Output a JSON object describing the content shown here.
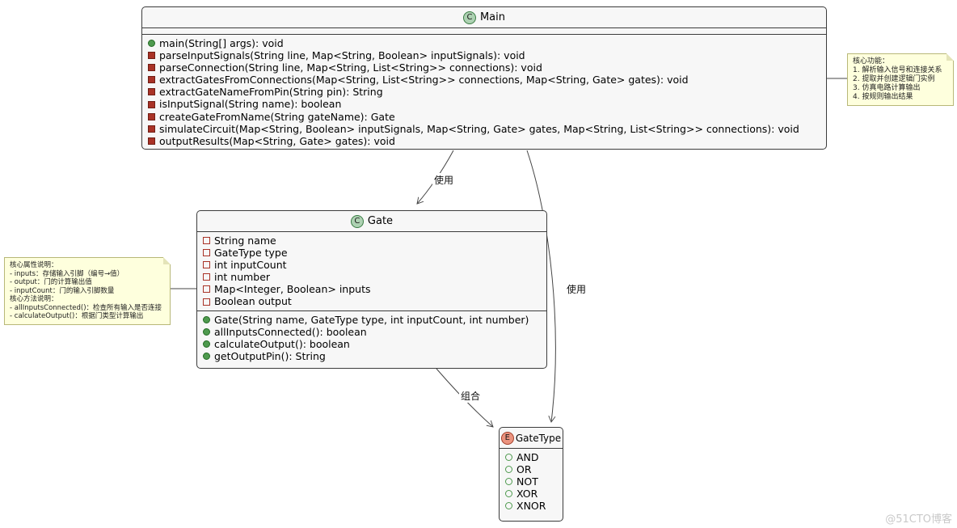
{
  "colors": {
    "class_bg": "#F7F7F7",
    "class_border": "#3C3C3C",
    "class_spot_bg": "#ADD1B2",
    "enum_spot_bg": "#EB937F",
    "note_bg": "#FEFFDD",
    "note_border": "#B8B878",
    "public_green": "#4E9A4E",
    "private_red": "#A93226",
    "edge_color": "#454545",
    "watermark_color": "#C9C9C9"
  },
  "classes": {
    "main": {
      "name": "Main",
      "spot": "C",
      "methods": [
        {
          "vis": "public-method",
          "text": "main(String[] args): void"
        },
        {
          "vis": "private-method",
          "text": "parseInputSignals(String line, Map<String, Boolean> inputSignals): void"
        },
        {
          "vis": "private-method",
          "text": "parseConnection(String line, Map<String, List<String>> connections): void"
        },
        {
          "vis": "private-method",
          "text": "extractGatesFromConnections(Map<String, List<String>> connections, Map<String, Gate> gates): void"
        },
        {
          "vis": "private-method",
          "text": "extractGateNameFromPin(String pin): String"
        },
        {
          "vis": "private-method",
          "text": "isInputSignal(String name): boolean"
        },
        {
          "vis": "private-method",
          "text": "createGateFromName(String gateName): Gate"
        },
        {
          "vis": "private-method",
          "text": "simulateCircuit(Map<String, Boolean> inputSignals, Map<String, Gate> gates, Map<String, List<String>> connections): void"
        },
        {
          "vis": "private-method",
          "text": "outputResults(Map<String, Gate> gates): void"
        }
      ]
    },
    "gate": {
      "name": "Gate",
      "spot": "C",
      "fields": [
        {
          "vis": "private-field",
          "text": "String name"
        },
        {
          "vis": "private-field",
          "text": "GateType type"
        },
        {
          "vis": "private-field",
          "text": "int inputCount"
        },
        {
          "vis": "private-field",
          "text": "int number"
        },
        {
          "vis": "private-field",
          "text": "Map<Integer, Boolean> inputs"
        },
        {
          "vis": "private-field",
          "text": "Boolean output"
        }
      ],
      "methods": [
        {
          "vis": "public-method",
          "text": "Gate(String name, GateType type, int inputCount, int number)"
        },
        {
          "vis": "public-method",
          "text": "allInputsConnected(): boolean"
        },
        {
          "vis": "public-method",
          "text": "calculateOutput(): boolean"
        },
        {
          "vis": "public-method",
          "text": "getOutputPin(): String"
        }
      ]
    },
    "gatetype": {
      "name": "GateType",
      "spot": "E",
      "values": [
        {
          "vis": "enum-field",
          "text": "AND"
        },
        {
          "vis": "enum-field",
          "text": "OR"
        },
        {
          "vis": "enum-field",
          "text": "NOT"
        },
        {
          "vis": "enum-field",
          "text": "XOR"
        },
        {
          "vis": "enum-field",
          "text": "XNOR"
        }
      ]
    }
  },
  "notes": {
    "main": {
      "lines": [
        "核心功能：",
        "1. 解析输入信号和连接关系",
        "2. 提取并创建逻辑门实例",
        "3. 仿真电路计算输出",
        "4. 按规则输出结果"
      ]
    },
    "gate": {
      "lines": [
        "核心属性说明：",
        "- inputs：存储输入引脚（编号→值）",
        "- output：门的计算输出值",
        "- inputCount：门的输入引脚数量",
        "核心方法说明：",
        "- allInputsConnected()：检查所有输入是否连接",
        "- calculateOutput()：根据门类型计算输出"
      ]
    }
  },
  "edges": {
    "main_gate": {
      "label": "使用"
    },
    "main_gatetype": {
      "label": "使用"
    },
    "gate_gatetype": {
      "label": "组合"
    }
  },
  "watermark": "@51CTO博客"
}
